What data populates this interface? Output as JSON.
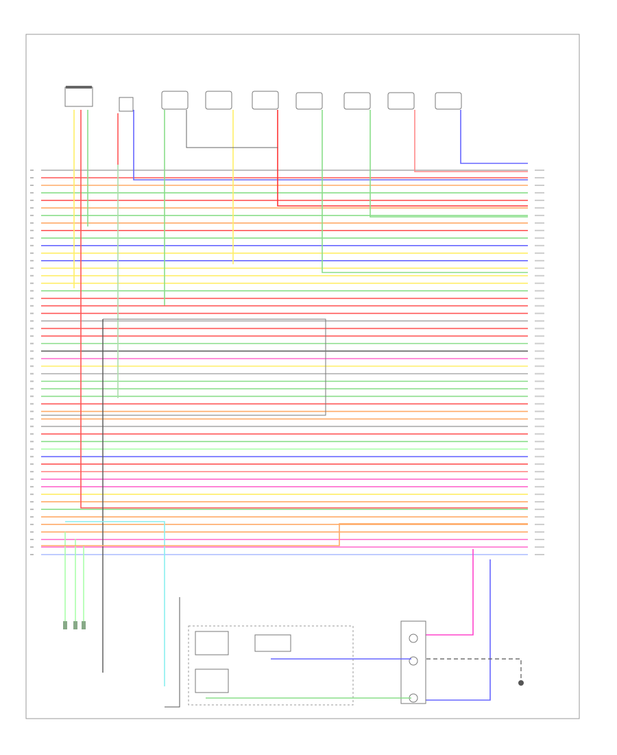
{
  "wiring": {
    "colors": {
      "RED": "#ff5555",
      "PINK": "#ff66cc",
      "BLU": "#6666ff",
      "GRN": "#88dd88",
      "LTGRN": "#aaffaa",
      "YEL": "#ffee66",
      "ORN": "#ffaa66",
      "GRY": "#aaaaaa",
      "DKGRY": "#555555",
      "CYAN": "#88eeee",
      "LTBLU": "#aabbff",
      "WHT": "#dddddd",
      "SALMON": "#ff8888"
    },
    "horizontal_wires": [
      {
        "color": "GRY"
      },
      {
        "color": "RED"
      },
      {
        "color": "ORN"
      },
      {
        "color": "GRN"
      },
      {
        "color": "RED"
      },
      {
        "color": "ORN"
      },
      {
        "color": "GRN"
      },
      {
        "color": "ORN"
      },
      {
        "color": "RED"
      },
      {
        "color": "GRN"
      },
      {
        "color": "BLU"
      },
      {
        "color": "YEL"
      },
      {
        "color": "BLU"
      },
      {
        "color": "YEL"
      },
      {
        "color": "YEL"
      },
      {
        "color": "YEL"
      },
      {
        "color": "GRN"
      },
      {
        "color": "RED"
      },
      {
        "color": "RED"
      },
      {
        "color": "RED"
      },
      {
        "color": "GRY"
      },
      {
        "color": "RED"
      },
      {
        "color": "RED"
      },
      {
        "color": "GRN"
      },
      {
        "color": "DKGRY"
      },
      {
        "color": "PINK"
      },
      {
        "color": "YEL"
      },
      {
        "color": "GRY"
      },
      {
        "color": "GRN"
      },
      {
        "color": "GRN"
      },
      {
        "color": "GRN"
      },
      {
        "color": "RED"
      },
      {
        "color": "ORN"
      },
      {
        "color": "ORN"
      },
      {
        "color": "GRY"
      },
      {
        "color": "RED"
      },
      {
        "color": "GRN"
      },
      {
        "color": "LTGRN"
      },
      {
        "color": "BLU"
      },
      {
        "color": "RED"
      },
      {
        "color": "SALMON"
      },
      {
        "color": "PINK"
      },
      {
        "color": "PINK"
      },
      {
        "color": "YEL"
      },
      {
        "color": "ORN"
      },
      {
        "color": "GRN"
      },
      {
        "color": "ORN"
      },
      {
        "color": "ORN"
      },
      {
        "color": "ORN"
      },
      {
        "color": "PINK"
      },
      {
        "color": "PINK"
      },
      {
        "color": "LTBLU"
      }
    ]
  }
}
